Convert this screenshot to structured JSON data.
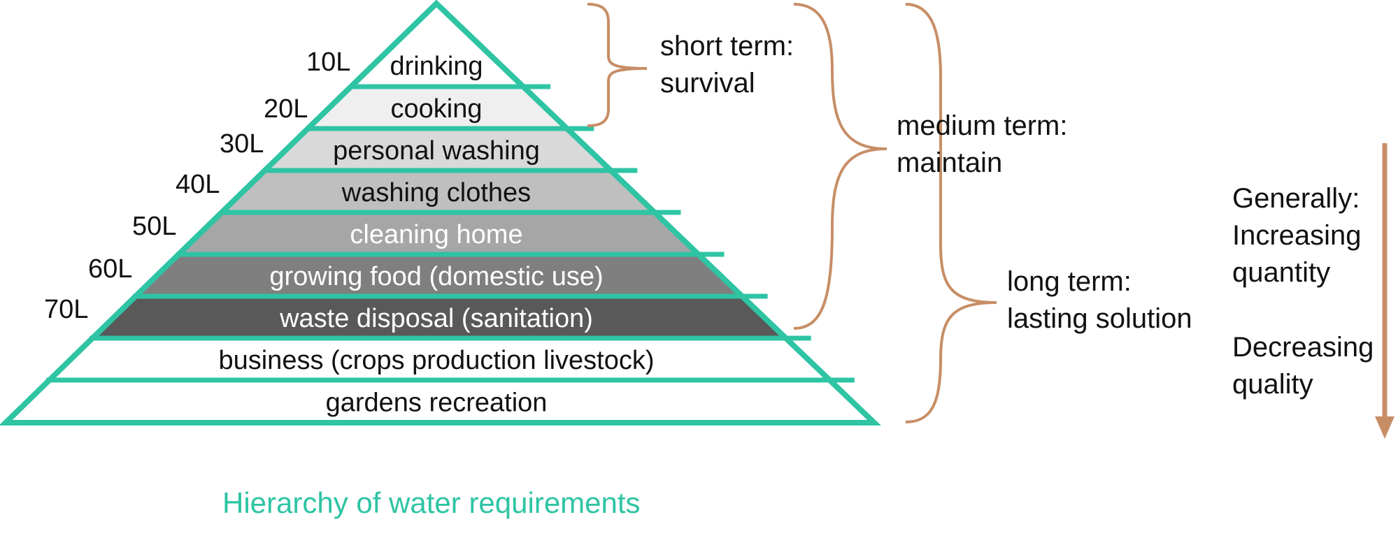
{
  "colors": {
    "pyramid_outline": "#2EC4A4",
    "bracket": "#C78E66",
    "caption": "#2EC4A4",
    "dark_text": "#111111",
    "light_text": "#FFFFFF"
  },
  "levels": [
    {
      "label": "drinking",
      "liters": "10L",
      "fill": "#FFFFFF",
      "text_color": "#111111"
    },
    {
      "label": "cooking",
      "liters": "20L",
      "fill": "#EFEFEF",
      "text_color": "#111111"
    },
    {
      "label": "personal washing",
      "liters": "30L",
      "fill": "#D9D9D9",
      "text_color": "#111111"
    },
    {
      "label": "washing clothes",
      "liters": "40L",
      "fill": "#BFBFBF",
      "text_color": "#111111"
    },
    {
      "label": "cleaning home",
      "liters": "50L",
      "fill": "#A6A6A6",
      "text_color": "#FFFFFF"
    },
    {
      "label": "growing food (domestic use)",
      "liters": "60L",
      "fill": "#7F7F7F",
      "text_color": "#FFFFFF"
    },
    {
      "label": "waste disposal (sanitation)",
      "liters": "70L",
      "fill": "#595959",
      "text_color": "#FFFFFF"
    },
    {
      "label": "business (crops production livestock)",
      "liters": "",
      "fill": "#FFFFFF",
      "text_color": "#111111"
    },
    {
      "label": "gardens recreation",
      "liters": "",
      "fill": "#FFFFFF",
      "text_color": "#111111"
    }
  ],
  "brackets": {
    "short_term": {
      "line1": "short term:",
      "line2": "survival"
    },
    "medium_term": {
      "line1": "medium term:",
      "line2": "maintain"
    },
    "long_term": {
      "line1": "long term:",
      "line2": "lasting solution"
    }
  },
  "trend": {
    "line1": "Generally:",
    "line2": "Increasing",
    "line3": "quantity",
    "line4": "Decreasing",
    "line5": "quality"
  },
  "caption": "Hierarchy of water requirements"
}
